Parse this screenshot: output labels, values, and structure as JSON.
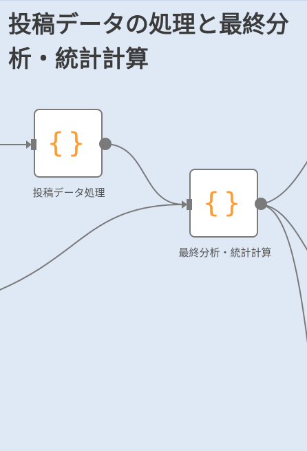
{
  "group": {
    "title": "投稿データの処理と最終分析・統計計算"
  },
  "nodes": [
    {
      "id": "post-data-processing",
      "label": "投稿データ処理",
      "icon": "code-braces-icon"
    },
    {
      "id": "final-analysis",
      "label": "最終分析・統計計算",
      "icon": "code-braces-icon"
    }
  ],
  "colors": {
    "canvas_background": "#dfe9f6",
    "node_border": "#7a7a7a",
    "edge": "#7a7a7a",
    "icon_accent": "#ff9b2f"
  }
}
